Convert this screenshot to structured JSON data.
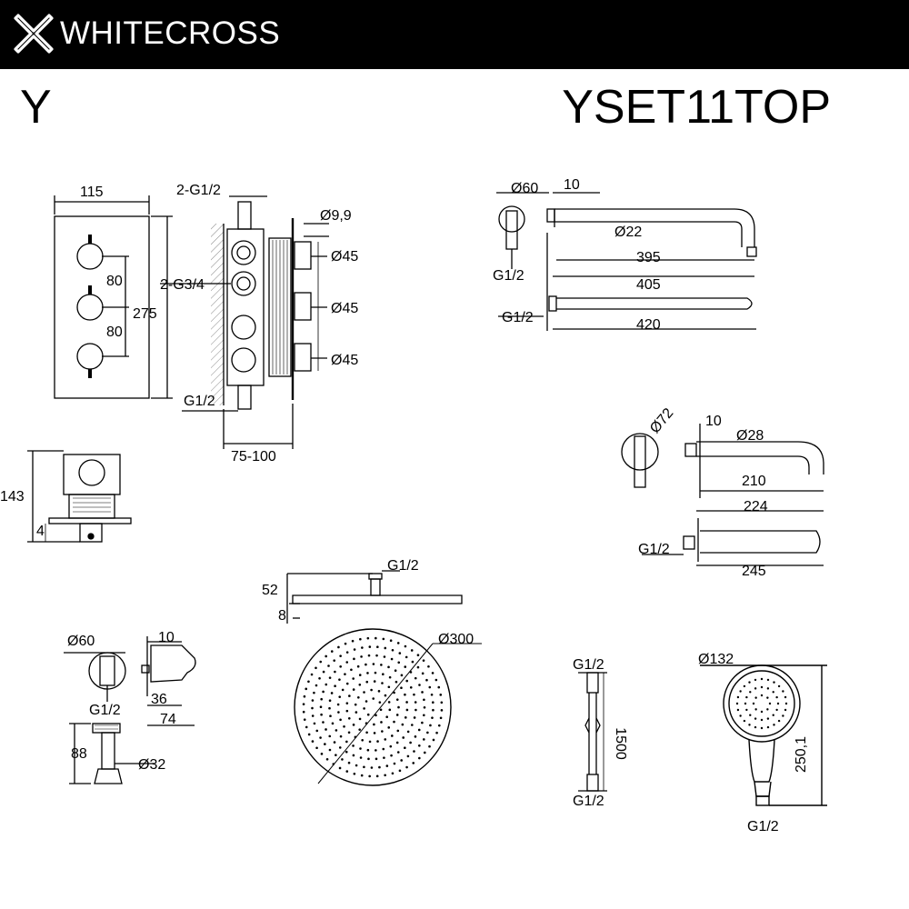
{
  "header": {
    "brand_name": "WHITECROSS",
    "logo_icon": "cross-x-logo-icon",
    "background_color": "#000000",
    "text_color": "#ffffff"
  },
  "title": {
    "series": "Y",
    "model": "YSET11TOP"
  },
  "mixer_front": {
    "width": "115",
    "height": "275",
    "spacing_1": "80",
    "spacing_2": "80"
  },
  "mixer_side": {
    "outlets": "2-G1/2",
    "inlets": "2-G3/4",
    "connection": "G1/2",
    "depth": "75-100",
    "spindle": "Ø9,9",
    "knob_1": "Ø45",
    "knob_2": "Ø45",
    "knob_3": "Ø45"
  },
  "mixer_box": {
    "height": "143",
    "offset": "4"
  },
  "shower_arm": {
    "flange": "Ø60",
    "flange_depth": "10",
    "pipe": "Ø22",
    "length_inner": "395",
    "length_total": "405",
    "thread_top": "G1/2",
    "thread_bottom": "G1/2",
    "top_length": "420"
  },
  "spout": {
    "flange": "Ø72",
    "flange_depth": "10",
    "pipe": "Ø28",
    "length_inner": "210",
    "length_total": "224",
    "thread": "G1/2",
    "top_length": "245"
  },
  "rain_head": {
    "connection": "G1/2",
    "height_total": "52",
    "thickness": "8",
    "diameter": "Ø300"
  },
  "wall_outlet": {
    "flange": "Ø60",
    "flange_depth": "10",
    "thread": "G1/2",
    "depth_1": "36",
    "depth_2": "74",
    "height": "88",
    "holder": "Ø32"
  },
  "hose": {
    "top_thread": "G1/2",
    "length": "1500",
    "bottom_thread": "G1/2"
  },
  "hand_shower": {
    "diameter": "Ø132",
    "length": "250,1",
    "thread": "G1/2"
  }
}
